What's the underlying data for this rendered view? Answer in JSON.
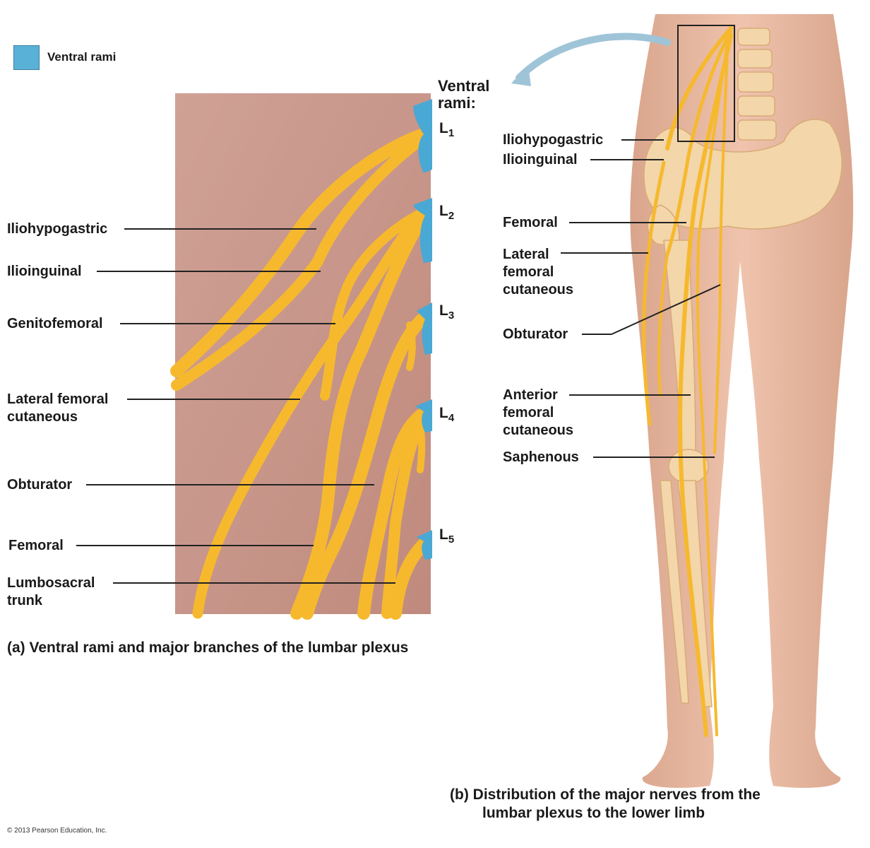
{
  "legend": {
    "label": "Ventral rami",
    "color": "#5ab1d8"
  },
  "panel_a": {
    "caption": "(a) Ventral rami and major branches of the lumbar plexus",
    "rami_heading": [
      "Ventral",
      "rami:"
    ],
    "levels": [
      {
        "base": "L",
        "sub": "1"
      },
      {
        "base": "L",
        "sub": "2"
      },
      {
        "base": "L",
        "sub": "3"
      },
      {
        "base": "L",
        "sub": "4"
      },
      {
        "base": "L",
        "sub": "5"
      }
    ],
    "labels": [
      {
        "name": "label-iliohypogastric",
        "lines": [
          "Iliohypogastric"
        ]
      },
      {
        "name": "label-ilioinguinal",
        "lines": [
          "Ilioinguinal"
        ]
      },
      {
        "name": "label-genitofemoral",
        "lines": [
          "Genitofemoral"
        ]
      },
      {
        "name": "label-lateral-femoral-cutaneous",
        "lines": [
          "Lateral femoral",
          "cutaneous"
        ]
      },
      {
        "name": "label-obturator",
        "lines": [
          "Obturator"
        ]
      },
      {
        "name": "label-femoral",
        "lines": [
          "Femoral"
        ]
      },
      {
        "name": "label-lumbosacral-trunk",
        "lines": [
          "Lumbosacral",
          "trunk"
        ]
      }
    ]
  },
  "panel_b": {
    "caption": [
      "(b) Distribution of the major nerves from the",
      "lumbar plexus to the lower limb"
    ],
    "labels": [
      {
        "name": "label-b-iliohypogastric",
        "lines": [
          "Iliohypogastric"
        ]
      },
      {
        "name": "label-b-ilioinguinal",
        "lines": [
          "Ilioinguinal"
        ]
      },
      {
        "name": "label-b-femoral",
        "lines": [
          "Femoral"
        ]
      },
      {
        "name": "label-b-lateral-femoral-cutaneous",
        "lines": [
          "Lateral",
          "femoral",
          "cutaneous"
        ]
      },
      {
        "name": "label-b-obturator",
        "lines": [
          "Obturator"
        ]
      },
      {
        "name": "label-b-anterior-femoral-cutaneous",
        "lines": [
          "Anterior",
          "femoral",
          "cutaneous"
        ]
      },
      {
        "name": "label-b-saphenous",
        "lines": [
          "Saphenous"
        ]
      }
    ]
  },
  "copyright": "© 2013 Pearson Education, Inc.",
  "colors": {
    "nerve": "#f6b92e",
    "nerve_dark": "#d99a1b",
    "ramus": "#4aa8d4",
    "panel_bg": "#c9968a",
    "skin": "#e9b9a2",
    "bone": "#f3d6a9"
  }
}
